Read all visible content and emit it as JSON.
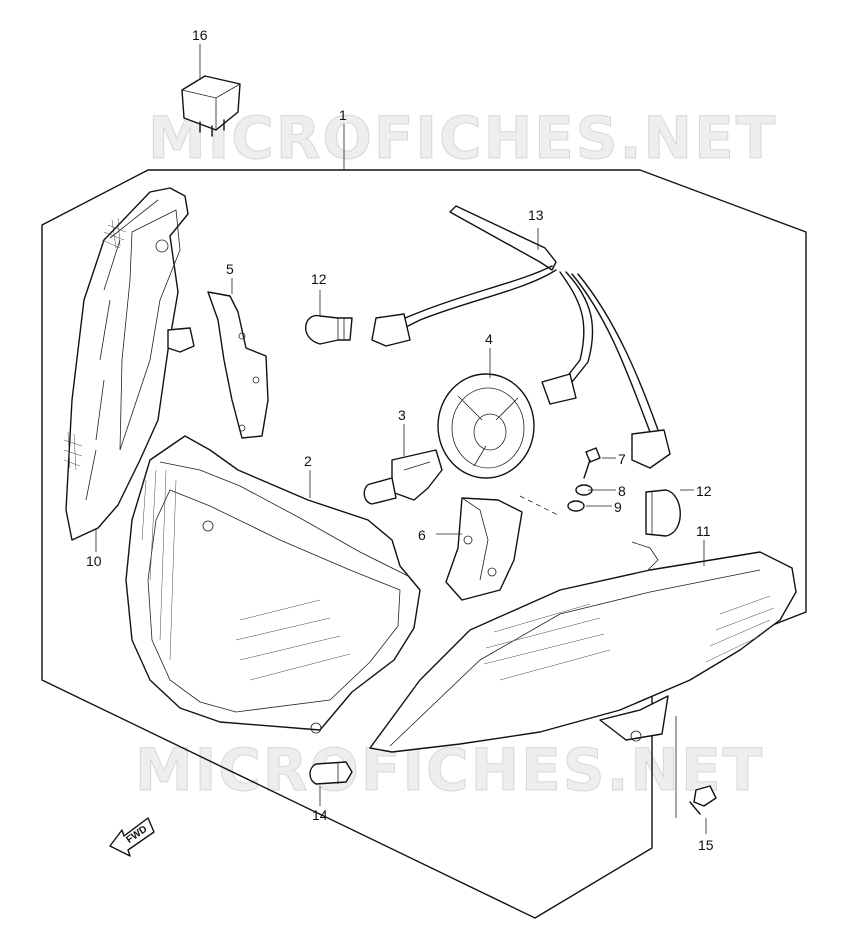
{
  "watermark": "MICROFICHES.NET",
  "fwd_label": "FWD",
  "callouts": {
    "c1": "1",
    "c2": "2",
    "c3": "3",
    "c4": "4",
    "c5": "5",
    "c6": "6",
    "c7": "7",
    "c8": "8",
    "c9": "9",
    "c10": "10",
    "c11": "11",
    "c12a": "12",
    "c12b": "12",
    "c13": "13",
    "c14": "14",
    "c15": "15",
    "c16": "16"
  }
}
